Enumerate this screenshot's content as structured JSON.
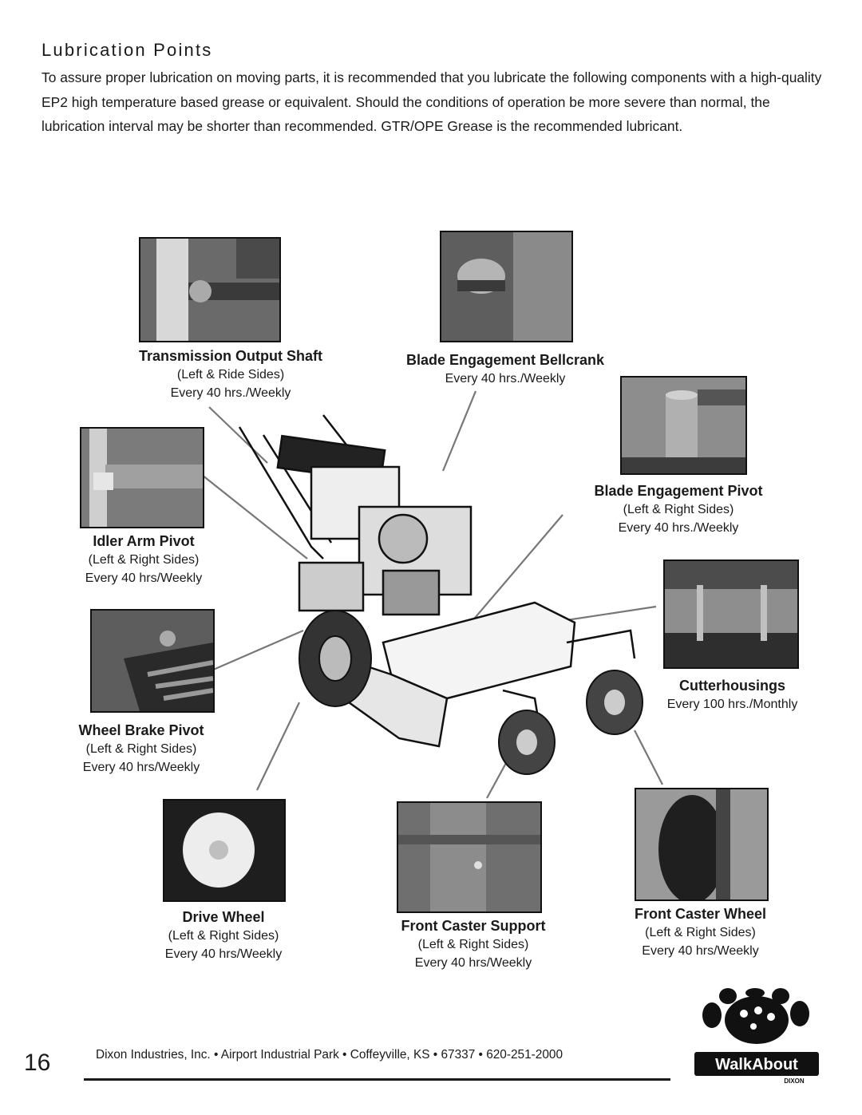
{
  "title": "Lubrication Points",
  "intro": "To assure proper lubrication on moving parts, it is recommended that you lubricate the following components with a high-quality EP2 high temperature based grease or equivalent.  Should the conditions of operation be more severe than normal, the lubrication interval may be shorter than recommended. GTR/OPE Grease is the recommended lubricant.",
  "points": {
    "transmission_output_shaft": {
      "name": "Transmission Output Shaft",
      "sides": "(Left & Ride Sides)",
      "interval": "Every 40 hrs./Weekly"
    },
    "blade_engagement_bellcrank": {
      "name": "Blade Engagement Bellcrank",
      "interval": "Every 40 hrs./Weekly"
    },
    "blade_engagement_pivot": {
      "name": "Blade Engagement Pivot",
      "sides": "(Left & Right Sides)",
      "interval": "Every 40 hrs./Weekly"
    },
    "idler_arm_pivot": {
      "name": "Idler Arm Pivot",
      "sides": "(Left & Right Sides)",
      "interval": "Every 40 hrs/Weekly"
    },
    "cutterhousings": {
      "name": "Cutterhousings",
      "interval": "Every 100 hrs./Monthly"
    },
    "wheel_brake_pivot": {
      "name": "Wheel Brake Pivot",
      "sides": "(Left & Right Sides)",
      "interval": "Every 40 hrs/Weekly"
    },
    "drive_wheel": {
      "name": "Drive Wheel",
      "sides": "(Left & Right Sides)",
      "interval": "Every 40 hrs/Weekly"
    },
    "front_caster_support": {
      "name": "Front Caster Support",
      "sides": "(Left & Right Sides)",
      "interval": "Every 40 hrs/Weekly"
    },
    "front_caster_wheel": {
      "name": "Front Caster Wheel",
      "sides": "(Left & Right Sides)",
      "interval": "Every 40 hrs/Weekly"
    }
  },
  "page_number": "16",
  "footer": "Dixon Industries, Inc. • Airport Industrial Park • Coffeyville, KS • 67337 • 620-251-2000",
  "logo": {
    "brand": "WalkAbout",
    "maker": "DIXON"
  }
}
